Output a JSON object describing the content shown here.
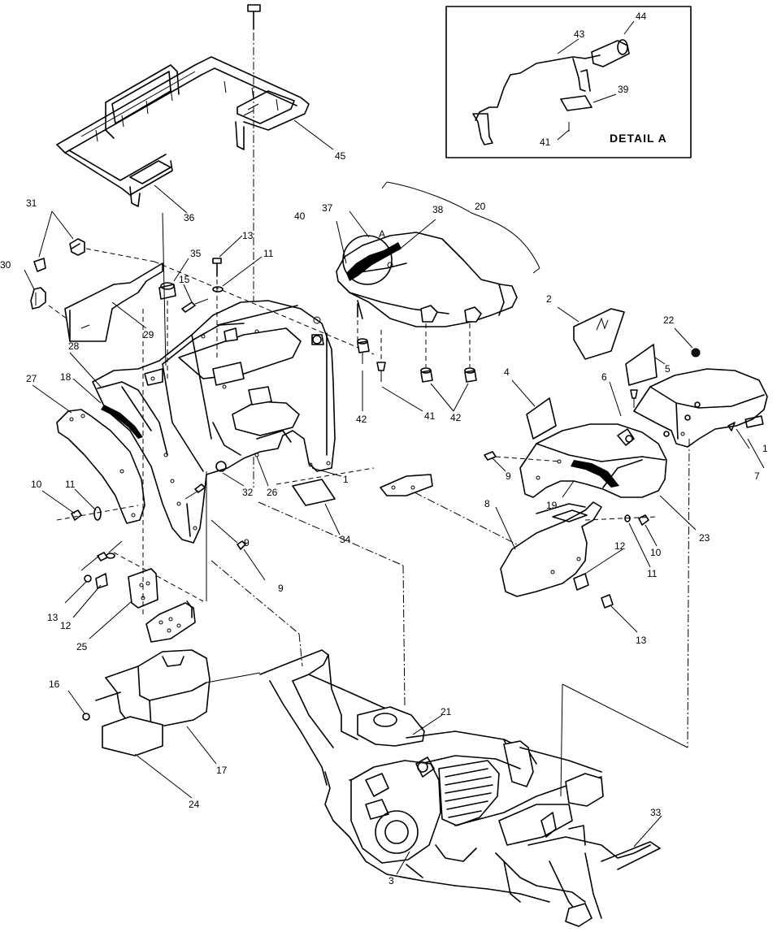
{
  "detail": {
    "title": "DETAIL A",
    "callouts": [
      "44",
      "43",
      "39",
      "41"
    ]
  },
  "circle_marker": "A",
  "callouts": [
    "45",
    "36",
    "31",
    "30",
    "35",
    "13",
    "11",
    "15",
    "29",
    "28",
    "27",
    "18",
    "10",
    "11",
    "13",
    "12",
    "25",
    "16",
    "17",
    "24",
    "9",
    "9",
    "32",
    "26",
    "1",
    "34",
    "37",
    "40",
    "38",
    "20",
    "42",
    "41",
    "42",
    "2",
    "22",
    "5",
    "6",
    "4",
    "1",
    "7",
    "9",
    "19",
    "23",
    "8",
    "10",
    "11",
    "12",
    "13",
    "21",
    "3",
    "33"
  ]
}
